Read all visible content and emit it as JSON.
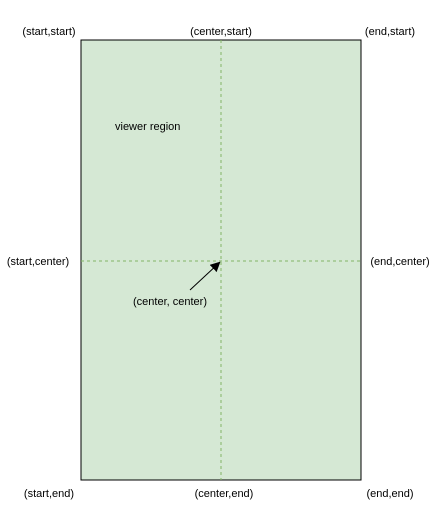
{
  "diagram": {
    "region_label": "viewer region",
    "labels": {
      "start_start": "(start,start)",
      "center_start": "(center,start)",
      "end_start": "(end,start)",
      "start_center": "(start,center)",
      "end_center": "(end,center)",
      "center_center": "(center, center)",
      "start_end": "(start,end)",
      "center_end": "(center,end)",
      "end_end": "(end,end)"
    },
    "colors": {
      "region_fill": "#d5e8d4",
      "region_stroke": "#000000",
      "guide_line": "#82b366",
      "arrow": "#000000",
      "text": "#000000"
    }
  }
}
